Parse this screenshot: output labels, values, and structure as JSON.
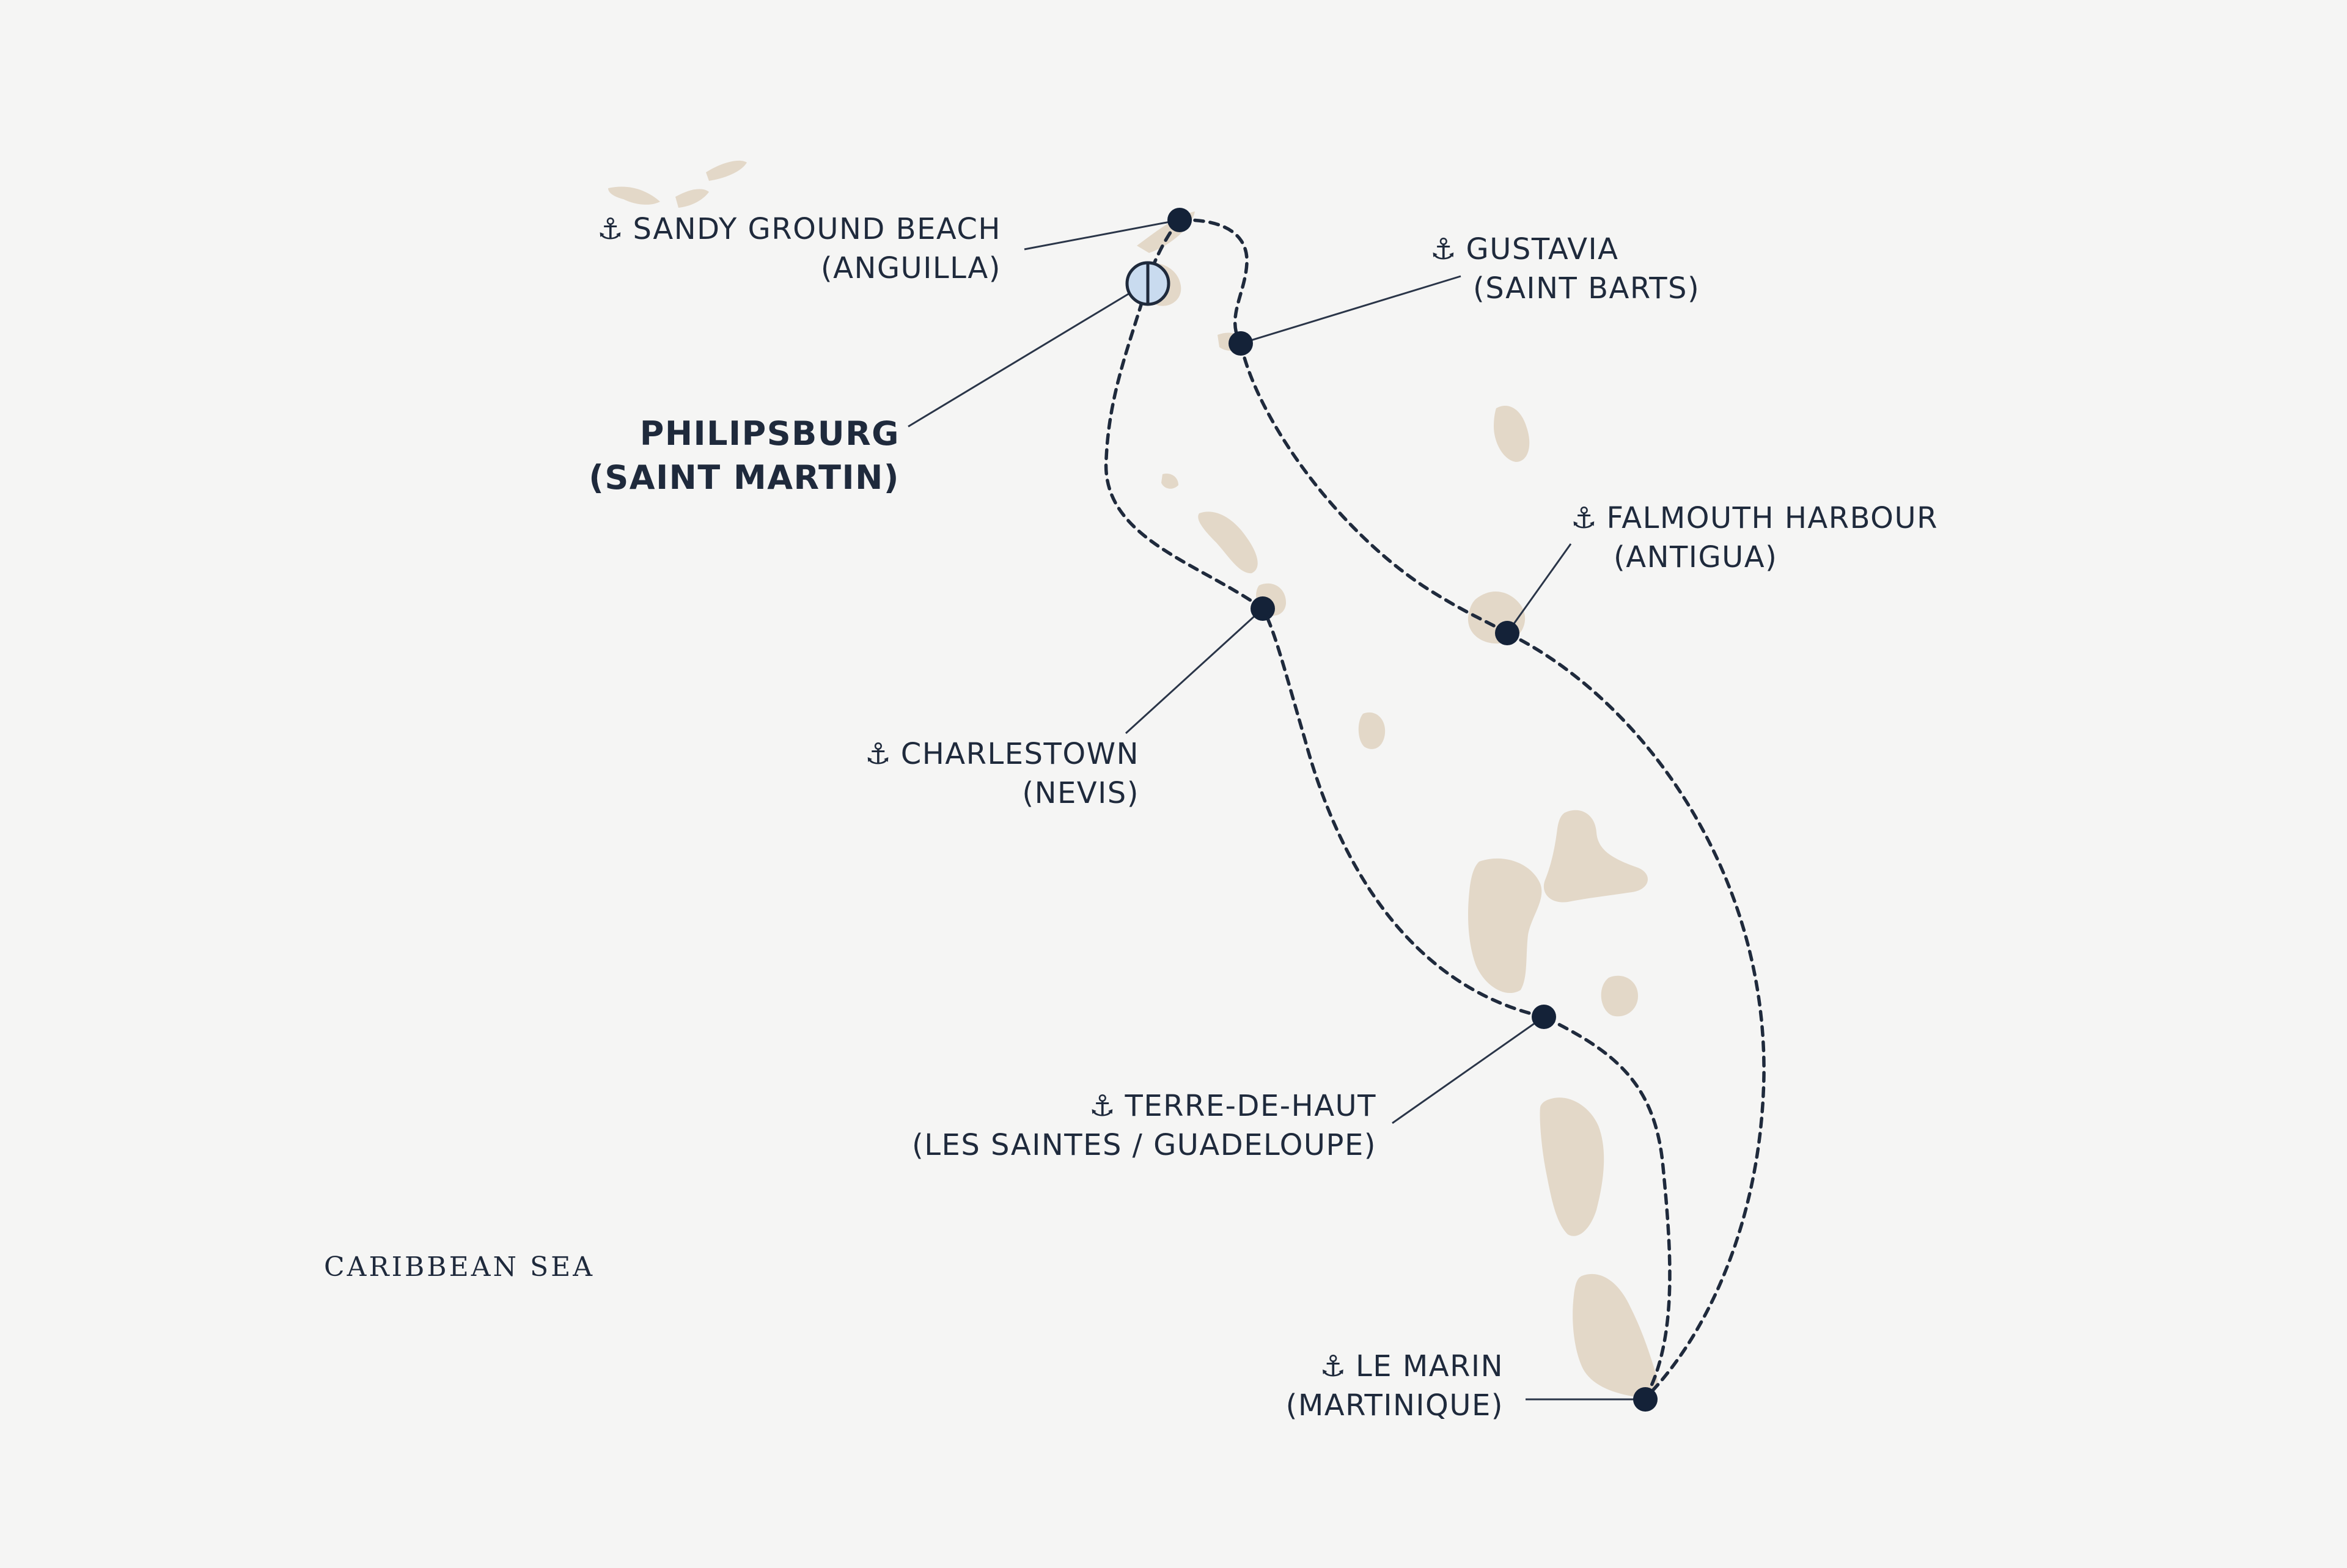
{
  "colors": {
    "background": "#f5f5f4",
    "land": "#e3d8c8",
    "route": "#1f2a3c",
    "port_dot": "#142238",
    "start_marker_fill": "#c9dbef",
    "text": "#1f2a3c"
  },
  "icons": {
    "port": "anchor-icon",
    "start_port": "half-circle-marker-icon"
  },
  "sea_label": "CARIBBEAN SEA",
  "ports": [
    {
      "id": "sandy-ground-beach",
      "name": "SANDY GROUND BEACH",
      "region": "(ANGUILLA)",
      "icon": "⚓"
    },
    {
      "id": "philipsburg",
      "name": "PHILIPSBURG",
      "region": "(SAINT MARTIN)",
      "icon": ""
    },
    {
      "id": "gustavia",
      "name": "GUSTAVIA",
      "region": "(SAINT BARTS)",
      "icon": "⚓"
    },
    {
      "id": "falmouth-harbour",
      "name": "FALMOUTH HARBOUR",
      "region": "(ANTIGUA)",
      "icon": "⚓"
    },
    {
      "id": "charlestown",
      "name": "CHARLESTOWN",
      "region": "(NEVIS)",
      "icon": "⚓"
    },
    {
      "id": "terre-de-haut",
      "name": "TERRE-DE-HAUT",
      "region": "(LES SAINTES / GUADELOUPE)",
      "icon": "⚓"
    },
    {
      "id": "le-marin",
      "name": "LE MARIN",
      "region": "(MARTINIQUE)",
      "icon": "⚓"
    }
  ]
}
